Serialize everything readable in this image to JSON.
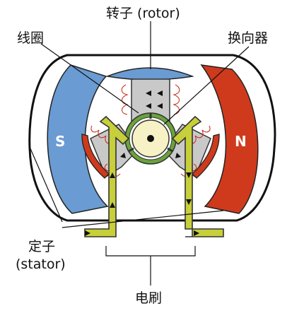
{
  "labels": {
    "rotor": "转子 (rotor)",
    "winding": "线圈",
    "commutator": "换向器",
    "stator_line1": "定子",
    "stator_line2": "(stator)",
    "brush": "电刷"
  },
  "poles": {
    "south": "S",
    "north": "N"
  },
  "colors": {
    "south_pole": "#6a9bd2",
    "north_pole": "#cf3a1c",
    "rotor_cap": "#6a9bd2",
    "arm": "#c9c9c9",
    "commutator_ring": "#6aa33a",
    "core": "#f6f2c6",
    "brush": "#c7cf3a",
    "coil": "#c8321e"
  }
}
